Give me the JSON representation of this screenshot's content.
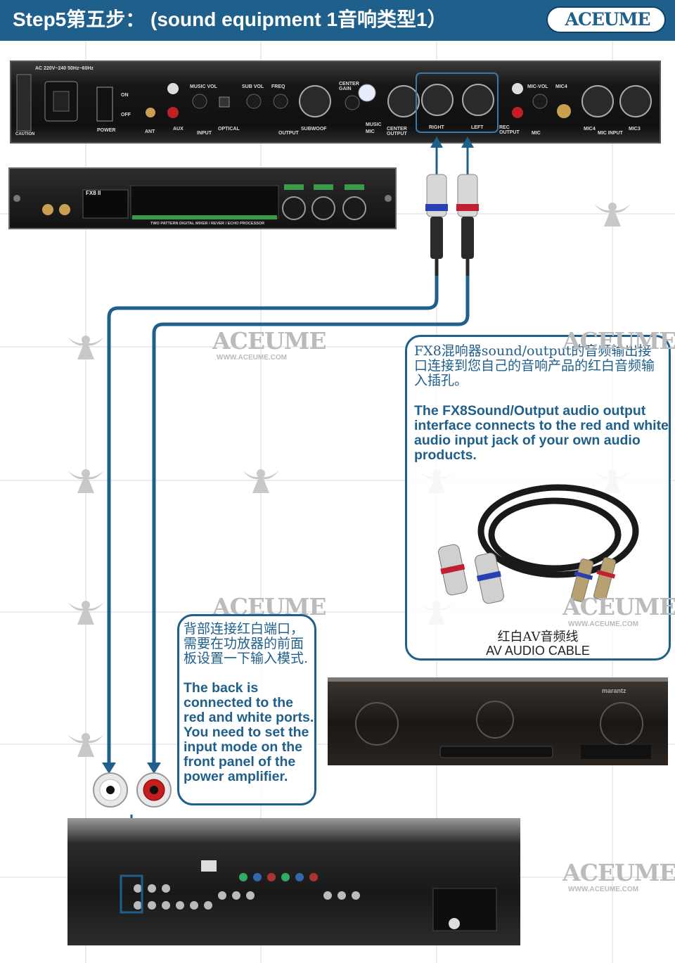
{
  "header": {
    "title": "Step5第五步： (sound equipment 1音响类型1）",
    "logo": "ACEUME"
  },
  "watermark": {
    "logo": "ACEUME",
    "url": "WWW.ACEUME.COM"
  },
  "callout_output": {
    "text_cn": "FX8混响器sound/output的音频输出接口连接到您自己的音响产品的红白音频输入插孔。",
    "text_en": "The FX8Sound/Output audio output interface connects to the red and white audio input jack of your own audio products."
  },
  "cable": {
    "label_cn": "红白AV音频线",
    "label_en": "AV AUDIO CABLE"
  },
  "callout_amp": {
    "text_cn": "背部连接红白端口，需要在功放器的前面板设置一下输入模式.",
    "text_en": "The back is connected to the red and white ports. You need to set the input mode on the front panel of the power amplifier."
  },
  "rear_panel": {
    "labels": [
      "AC 220V~240 50Hz~60Hz",
      "CAUTION",
      "ON",
      "OFF",
      "POWER",
      "ANT",
      "MUSIC VOL",
      "AUX",
      "INPUT",
      "OPTICAL",
      "SUB VOL",
      "FREQ",
      "OUTPUT",
      "SUBWOOF",
      "CENTER GAIN",
      "MUSIC",
      "MIC",
      "CENTER OUTPUT",
      "RIGHT",
      "LEFT",
      "REC OUTPUT",
      "MIC-VOL",
      "MIC",
      "MIC4",
      "MIC4",
      "MIC INPUT",
      "MIC3"
    ]
  },
  "front_panel": {
    "model": "FX8 II",
    "caption": "TWO PATTERN DIGITAL MIXER / REVER / ECHO PROCESSOR"
  },
  "amplifier": {
    "brand": "marantz"
  },
  "colors": {
    "brand_blue": "#1f5f8b",
    "header_bg": "#1f5f8b",
    "grid_line": "#d5d5d5",
    "watermark_gray": "#bbbbbb"
  }
}
